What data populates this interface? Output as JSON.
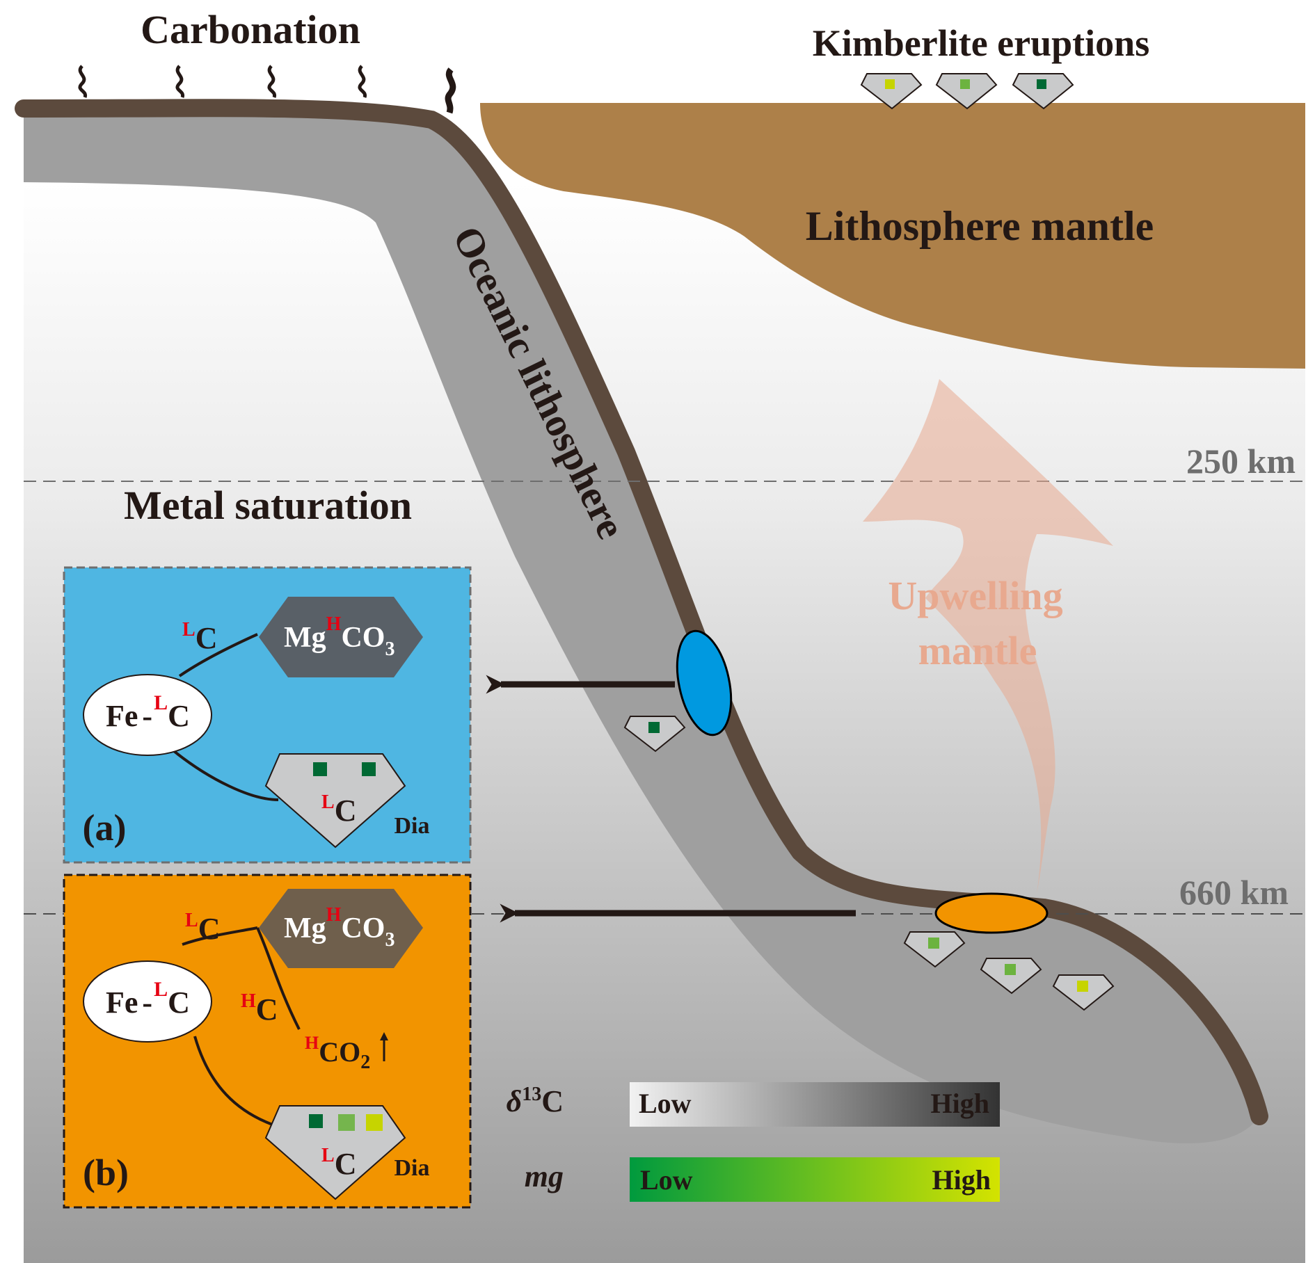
{
  "labels": {
    "carbonation": "Carbonation",
    "kimberlite": "Kimberlite eruptions",
    "lithosphere_mantle": "Lithosphere mantle",
    "oceanic_lithosphere": "Oceanic lithosphere",
    "depth_250": "250 km",
    "depth_660": "660 km",
    "metal_saturation": "Metal saturation",
    "upwelling_line1": "Upwelling",
    "upwelling_line2": "mantle"
  },
  "panel_a": {
    "tag": "(a)",
    "fe": "Fe",
    "dash": "-",
    "iso_l": "L",
    "iso_h": "H",
    "c": "C",
    "mg": "Mg",
    "co3": "CO",
    "sub3": "3",
    "dia": "Dia"
  },
  "panel_b": {
    "tag": "(b)",
    "fe": "Fe",
    "dash": "-",
    "iso_l": "L",
    "iso_h": "H",
    "c": "C",
    "mg": "Mg",
    "co3": "CO",
    "sub3": "3",
    "co2": "CO",
    "sub2": "2",
    "dia": "Dia"
  },
  "legend": {
    "delta_prefix": "δ",
    "delta_sup": "13",
    "delta_suffix": "C",
    "mg_label": "mg",
    "low": "Low",
    "high": "High"
  },
  "colors": {
    "panel_a_bg": "#4fb6e2",
    "panel_b_bg": "#f29400",
    "lithosphere_mantle": "#ad8049",
    "slab_top": "#5c4a3d",
    "slab_body": "#9f9f9f",
    "blue_melt": "#0099e0",
    "orange_melt": "#f29400",
    "iso_red": "#e60012",
    "upwelling": "#e8a98f",
    "mg_low": "#009a3e",
    "mg_high": "#d4e300",
    "inclusion_dark": "#006934",
    "inclusion_mid": "#6cb33f",
    "inclusion_light": "#c6d400"
  }
}
